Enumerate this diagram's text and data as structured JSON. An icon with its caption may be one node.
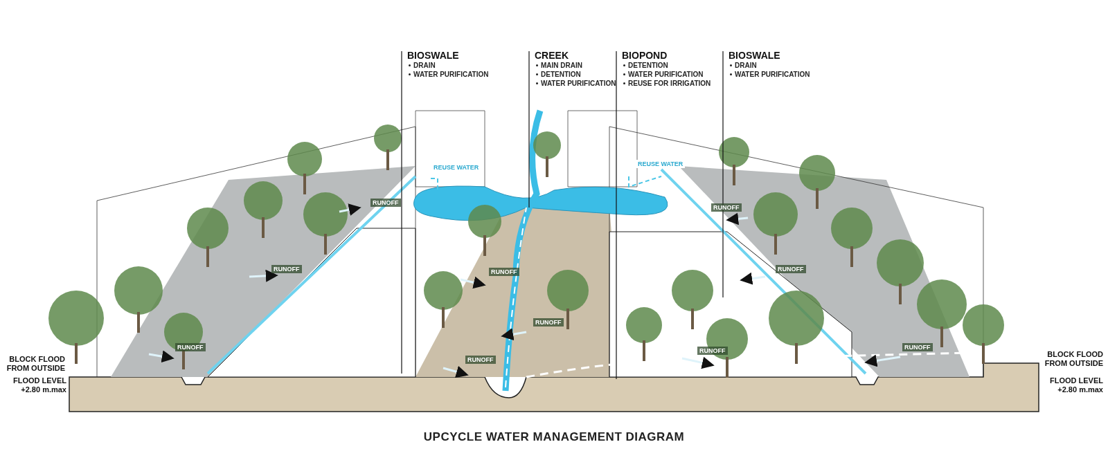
{
  "diagram": {
    "title": "UPCYCLE WATER MANAGEMENT DIAGRAM",
    "nodes": [
      {
        "text": [
          "BIOSWALE",
          "DRAIN",
          "WATER PURIFICATION"
        ]
      },
      {
        "text": [
          "CREEK",
          "MAIN DRAIN",
          "DETENTION",
          "WATER PURIFICATION"
        ]
      },
      {
        "text": [
          "BIOPOND",
          "DETENTION",
          "WATER PURIFICATION",
          "REUSE FOR IRRIGATION"
        ]
      },
      {
        "text": [
          "BIOSWALE",
          "DRAIN",
          "WATER PURIFICATION"
        ]
      }
    ],
    "edges": [
      {
        "from": 0,
        "to": null,
        "arrow": "none"
      },
      {
        "from": 1,
        "to": null,
        "arrow": "none"
      },
      {
        "from": 2,
        "to": null,
        "arrow": "none"
      },
      {
        "from": 3,
        "to": null,
        "arrow": "none"
      }
    ],
    "labels": [
      "REUSE WATER",
      "REUSE WATER",
      "RUNOFF",
      "RUNOFF",
      "RUNOFF",
      "RUNOFF",
      "RUNOFF",
      "RUNOFF",
      "RUNOFF",
      "RUNOFF",
      "RUNOFF",
      "RUNOFF",
      "BLOCK FLOOD FROM OUTSIDE",
      "BLOCK FLOOD FROM OUTSIDE",
      "FLOOD LEVEL +2.80 m.max",
      "FLOOD LEVEL +2.80 m.max"
    ]
  }
}
